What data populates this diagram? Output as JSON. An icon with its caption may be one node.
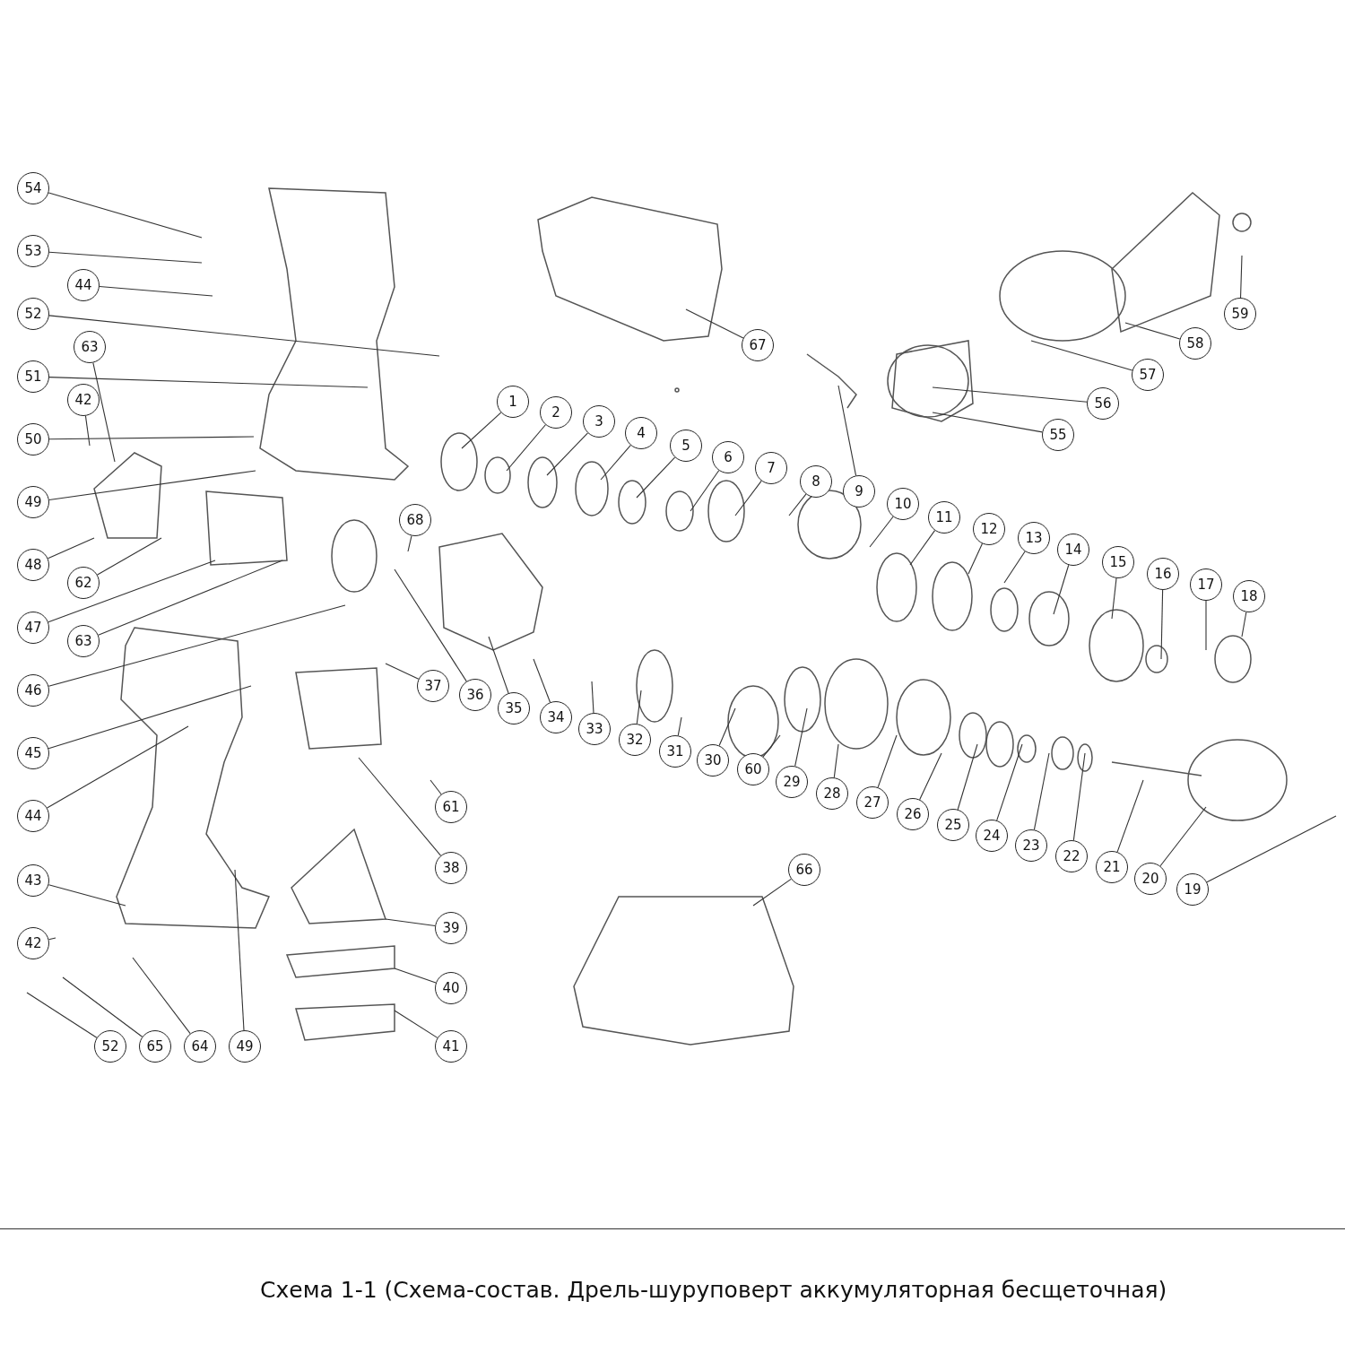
{
  "diagram": {
    "caption": "Схема 1-1 (Схема-состав. Дрель-шуруповерт аккумуляторная бесщеточная)",
    "nodes": [
      {
        "text": [
          "54"
        ]
      },
      {
        "text": [
          "53"
        ]
      },
      {
        "text": [
          "44"
        ]
      },
      {
        "text": [
          "52"
        ]
      },
      {
        "text": [
          "51"
        ]
      },
      {
        "text": [
          "63"
        ]
      },
      {
        "text": [
          "42"
        ]
      },
      {
        "text": [
          "50"
        ]
      },
      {
        "text": [
          "49"
        ]
      },
      {
        "text": [
          "48"
        ]
      },
      {
        "text": [
          "62"
        ]
      },
      {
        "text": [
          "47"
        ]
      },
      {
        "text": [
          "63"
        ]
      },
      {
        "text": [
          "46"
        ]
      },
      {
        "text": [
          "45"
        ]
      },
      {
        "text": [
          "44"
        ]
      },
      {
        "text": [
          "43"
        ]
      },
      {
        "text": [
          "42"
        ]
      },
      {
        "text": [
          "52"
        ]
      },
      {
        "text": [
          "65"
        ]
      },
      {
        "text": [
          "64"
        ]
      },
      {
        "text": [
          "49"
        ]
      },
      {
        "text": [
          "41"
        ]
      },
      {
        "text": [
          "40"
        ]
      },
      {
        "text": [
          "39"
        ]
      },
      {
        "text": [
          "38"
        ]
      },
      {
        "text": [
          "61"
        ]
      },
      {
        "text": [
          "37"
        ]
      },
      {
        "text": [
          "36"
        ]
      },
      {
        "text": [
          "35"
        ]
      },
      {
        "text": [
          "34"
        ]
      },
      {
        "text": [
          "33"
        ]
      },
      {
        "text": [
          "32"
        ]
      },
      {
        "text": [
          "31"
        ]
      },
      {
        "text": [
          "30"
        ]
      },
      {
        "text": [
          "60"
        ]
      },
      {
        "text": [
          "29"
        ]
      },
      {
        "text": [
          "28"
        ]
      },
      {
        "text": [
          "27"
        ]
      },
      {
        "text": [
          "26"
        ]
      },
      {
        "text": [
          "25"
        ]
      },
      {
        "text": [
          "24"
        ]
      },
      {
        "text": [
          "23"
        ]
      },
      {
        "text": [
          "22"
        ]
      },
      {
        "text": [
          "21"
        ]
      },
      {
        "text": [
          "20"
        ]
      },
      {
        "text": [
          "19"
        ]
      },
      {
        "text": [
          "66"
        ]
      },
      {
        "text": [
          "67"
        ]
      },
      {
        "text": [
          "1"
        ]
      },
      {
        "text": [
          "2"
        ]
      },
      {
        "text": [
          "3"
        ]
      },
      {
        "text": [
          "4"
        ]
      },
      {
        "text": [
          "5"
        ]
      },
      {
        "text": [
          "6"
        ]
      },
      {
        "text": [
          "7"
        ]
      },
      {
        "text": [
          "8"
        ]
      },
      {
        "text": [
          "9"
        ]
      },
      {
        "text": [
          "10"
        ]
      },
      {
        "text": [
          "11"
        ]
      },
      {
        "text": [
          "12"
        ]
      },
      {
        "text": [
          "13"
        ]
      },
      {
        "text": [
          "14"
        ]
      },
      {
        "text": [
          "15"
        ]
      },
      {
        "text": [
          "16"
        ]
      },
      {
        "text": [
          "17"
        ]
      },
      {
        "text": [
          "18"
        ]
      },
      {
        "text": [
          "68"
        ]
      },
      {
        "text": [
          "55"
        ]
      },
      {
        "text": [
          "56"
        ]
      },
      {
        "text": [
          "57"
        ]
      },
      {
        "text": [
          "58"
        ]
      },
      {
        "text": [
          "59"
        ]
      }
    ],
    "edges": [
      {
        "from": 0,
        "to": null,
        "arrow": "none"
      },
      {
        "from": 1,
        "to": null,
        "arrow": "none"
      },
      {
        "from": 2,
        "to": null,
        "arrow": "none"
      },
      {
        "from": 3,
        "to": null,
        "arrow": "none"
      },
      {
        "from": 4,
        "to": null,
        "arrow": "none"
      },
      {
        "from": 5,
        "to": null,
        "arrow": "none"
      },
      {
        "from": 6,
        "to": null,
        "arrow": "none"
      },
      {
        "from": 7,
        "to": null,
        "arrow": "none"
      },
      {
        "from": 8,
        "to": null,
        "arrow": "none"
      },
      {
        "from": 9,
        "to": null,
        "arrow": "none"
      },
      {
        "from": 10,
        "to": null,
        "arrow": "none"
      },
      {
        "from": 11,
        "to": null,
        "arrow": "none"
      },
      {
        "from": 12,
        "to": null,
        "arrow": "none"
      },
      {
        "from": 13,
        "to": null,
        "arrow": "none"
      },
      {
        "from": 14,
        "to": null,
        "arrow": "none"
      },
      {
        "from": 15,
        "to": null,
        "arrow": "none"
      },
      {
        "from": 16,
        "to": null,
        "arrow": "none"
      },
      {
        "from": 17,
        "to": null,
        "arrow": "none"
      },
      {
        "from": 18,
        "to": null,
        "arrow": "none"
      },
      {
        "from": 19,
        "to": null,
        "arrow": "none"
      },
      {
        "from": 20,
        "to": null,
        "arrow": "none"
      },
      {
        "from": 21,
        "to": null,
        "arrow": "none"
      },
      {
        "from": 22,
        "to": null,
        "arrow": "none"
      },
      {
        "from": 23,
        "to": null,
        "arrow": "none"
      },
      {
        "from": 24,
        "to": null,
        "arrow": "none"
      },
      {
        "from": 25,
        "to": null,
        "arrow": "none"
      },
      {
        "from": 26,
        "to": null,
        "arrow": "none"
      },
      {
        "from": 27,
        "to": null,
        "arrow": "none"
      },
      {
        "from": 28,
        "to": null,
        "arrow": "none"
      },
      {
        "from": 29,
        "to": null,
        "arrow": "none"
      },
      {
        "from": 30,
        "to": null,
        "arrow": "none"
      },
      {
        "from": 31,
        "to": null,
        "arrow": "none"
      },
      {
        "from": 32,
        "to": null,
        "arrow": "none"
      },
      {
        "from": 33,
        "to": null,
        "arrow": "none"
      },
      {
        "from": 34,
        "to": null,
        "arrow": "none"
      },
      {
        "from": 35,
        "to": null,
        "arrow": "none"
      },
      {
        "from": 36,
        "to": null,
        "arrow": "none"
      },
      {
        "from": 37,
        "to": null,
        "arrow": "none"
      },
      {
        "from": 38,
        "to": null,
        "arrow": "none"
      },
      {
        "from": 39,
        "to": null,
        "arrow": "none"
      },
      {
        "from": 40,
        "to": null,
        "arrow": "none"
      },
      {
        "from": 41,
        "to": null,
        "arrow": "none"
      },
      {
        "from": 42,
        "to": null,
        "arrow": "none"
      },
      {
        "from": 43,
        "to": null,
        "arrow": "none"
      },
      {
        "from": 44,
        "to": null,
        "arrow": "none"
      },
      {
        "from": 45,
        "to": null,
        "arrow": "none"
      },
      {
        "from": 46,
        "to": null,
        "arrow": "none"
      },
      {
        "from": 47,
        "to": null,
        "arrow": "none"
      },
      {
        "from": 48,
        "to": null,
        "arrow": "none"
      },
      {
        "from": 49,
        "to": null,
        "arrow": "none"
      },
      {
        "from": 50,
        "to": null,
        "arrow": "none"
      },
      {
        "from": 51,
        "to": null,
        "arrow": "none"
      },
      {
        "from": 52,
        "to": null,
        "arrow": "none"
      },
      {
        "from": 53,
        "to": null,
        "arrow": "none"
      },
      {
        "from": 54,
        "to": null,
        "arrow": "none"
      },
      {
        "from": 55,
        "to": null,
        "arrow": "none"
      },
      {
        "from": 56,
        "to": null,
        "arrow": "none"
      },
      {
        "from": 57,
        "to": null,
        "arrow": "none"
      },
      {
        "from": 58,
        "to": null,
        "arrow": "none"
      },
      {
        "from": 59,
        "to": null,
        "arrow": "none"
      },
      {
        "from": 60,
        "to": null,
        "arrow": "none"
      },
      {
        "from": 61,
        "to": null,
        "arrow": "none"
      },
      {
        "from": 62,
        "to": null,
        "arrow": "none"
      },
      {
        "from": 63,
        "to": null,
        "arrow": "none"
      },
      {
        "from": 64,
        "to": null,
        "arrow": "none"
      },
      {
        "from": 65,
        "to": null,
        "arrow": "none"
      },
      {
        "from": 66,
        "to": null,
        "arrow": "none"
      },
      {
        "from": 67,
        "to": null,
        "arrow": "none"
      },
      {
        "from": 68,
        "to": null,
        "arrow": "none"
      },
      {
        "from": 69,
        "to": null,
        "arrow": "none"
      },
      {
        "from": 70,
        "to": null,
        "arrow": "none"
      },
      {
        "from": 71,
        "to": null,
        "arrow": "none"
      },
      {
        "from": 72,
        "to": null,
        "arrow": "none"
      }
    ]
  }
}
